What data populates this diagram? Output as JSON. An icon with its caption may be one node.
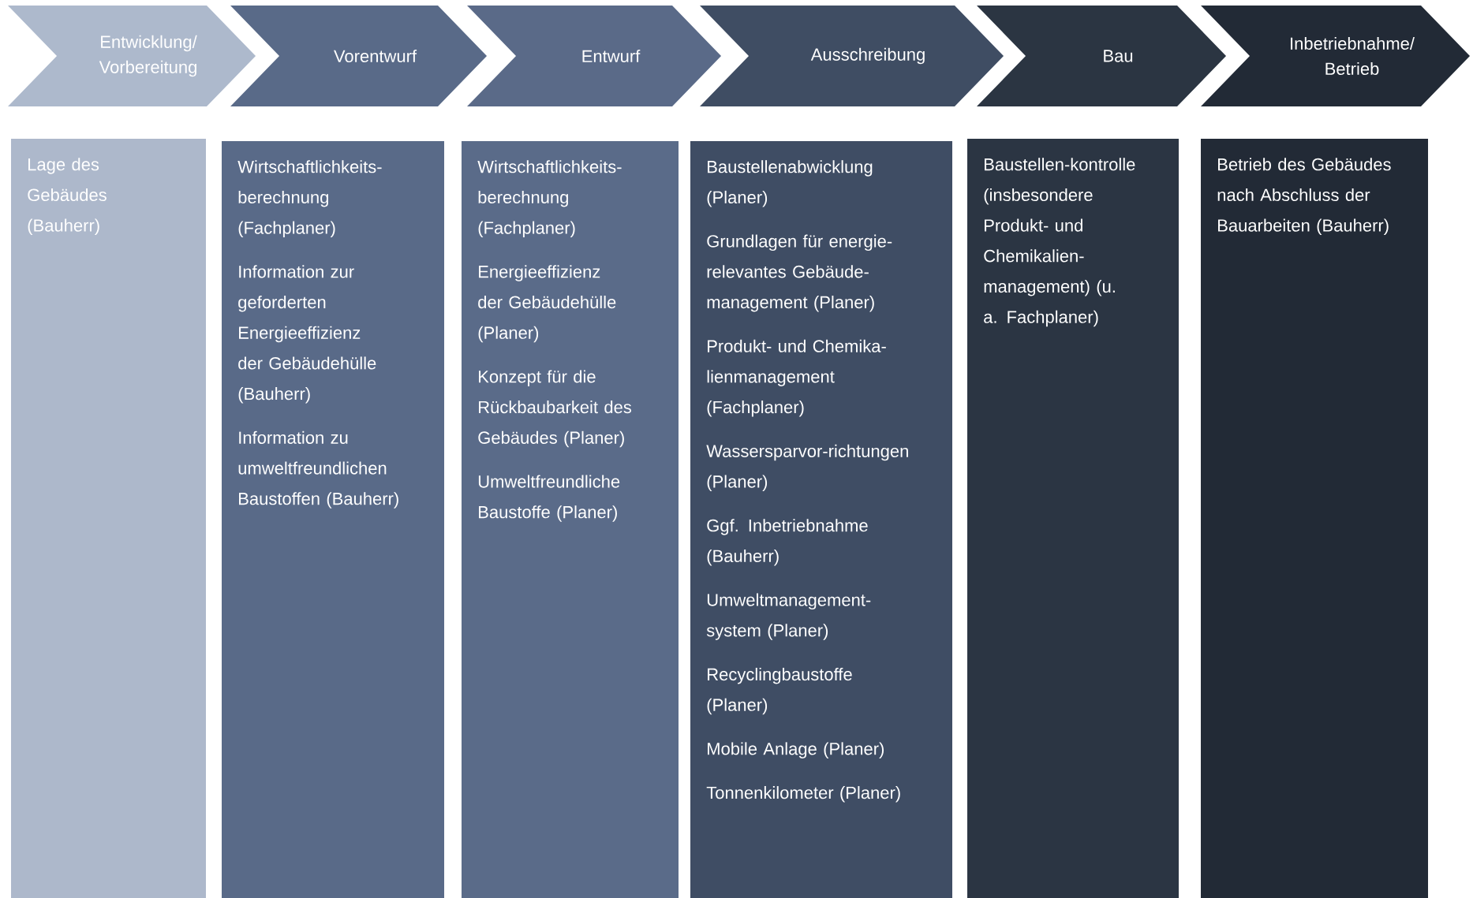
{
  "diagram": {
    "nodes": [
      {
        "text": [
          "Entwicklung/ Vorbereitung"
        ]
      },
      {
        "text": [
          "Vorentwurf"
        ]
      },
      {
        "text": [
          "Entwurf"
        ]
      },
      {
        "text": [
          "Ausschreibung"
        ]
      },
      {
        "text": [
          "Bau"
        ]
      },
      {
        "text": [
          "Inbetriebnahme/ Betrieb"
        ]
      },
      {
        "text": [
          "Lage des Gebäudes (Bauherr)"
        ]
      },
      {
        "text": [
          "Wirtschaftlichkeits-berechnung (Fachplaner)",
          "Information zur geforderten Energieeffizienz der Gebäudehülle (Bauherr)",
          "Information zu umweltfreundlichen Baustoffen (Bauherr)"
        ]
      },
      {
        "text": [
          "Wirtschaftlichkeits-berechnung (Fachplaner)",
          "Energieeffizienz der Gebäudehülle (Planer)",
          "Konzept für die Rückbaubarkeit des Gebäudes (Planer)",
          "Umweltfreundliche Baustoffe (Planer)"
        ]
      },
      {
        "text": [
          "Baustellenabwicklung (Planer)",
          "Grundlagen für energie-relevantes Gebäude-management (Planer)",
          "Produkt- und Chemika-lienmanagement (Fachplaner)",
          "Wassersparvor-richtungen (Planer)",
          "Ggf. Inbetriebnahme (Bauherr)",
          "Umweltmanagement-system (Planer)",
          "Recyclingbaustoffe (Planer)",
          "Mobile Anlage (Planer)",
          "Tonnenkilometer (Planer)"
        ]
      },
      {
        "text": [
          "Baustellen-kontrolle (insbesondere Produkt- und Chemikalien-management) (u. a. Fachplaner)"
        ]
      },
      {
        "text": [
          "Betrieb des Gebäudes nach Abschluss der Bauarbeiten (Bauherr)"
        ]
      }
    ]
  }
}
